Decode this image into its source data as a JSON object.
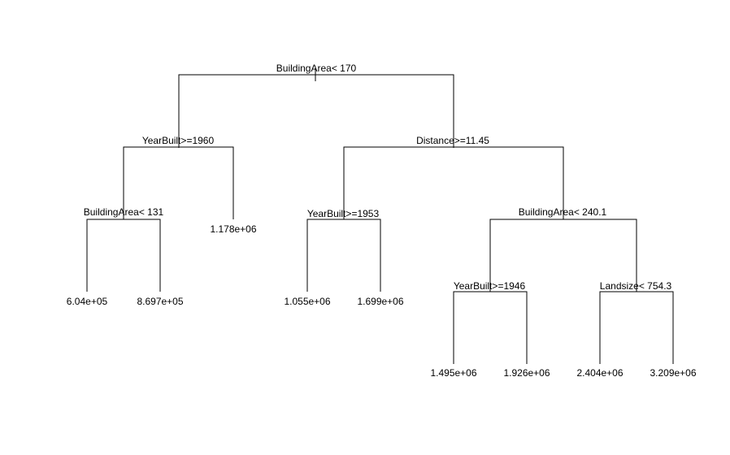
{
  "tree": {
    "splits": [
      {
        "id": "n1",
        "label": "BuildingArea< 170"
      },
      {
        "id": "n2",
        "label": "YearBuilt>=1960"
      },
      {
        "id": "n3",
        "label": "Distance>=11.45"
      },
      {
        "id": "n4",
        "label": "BuildingArea< 131"
      },
      {
        "id": "n6",
        "label": "YearBuilt>=1953"
      },
      {
        "id": "n7",
        "label": "BuildingArea< 240.1"
      },
      {
        "id": "n14",
        "label": "YearBuilt>=1946"
      },
      {
        "id": "n15",
        "label": "Landsize< 754.3"
      }
    ],
    "leaves": [
      {
        "id": "n8",
        "label": "6.04e+05"
      },
      {
        "id": "n9",
        "label": "8.697e+05"
      },
      {
        "id": "n5",
        "label": "1.178e+06"
      },
      {
        "id": "n12",
        "label": "1.055e+06"
      },
      {
        "id": "n13",
        "label": "1.699e+06"
      },
      {
        "id": "n28",
        "label": "1.495e+06"
      },
      {
        "id": "n29",
        "label": "1.926e+06"
      },
      {
        "id": "n30",
        "label": "2.404e+06"
      },
      {
        "id": "n31",
        "label": "3.209e+06"
      }
    ]
  }
}
